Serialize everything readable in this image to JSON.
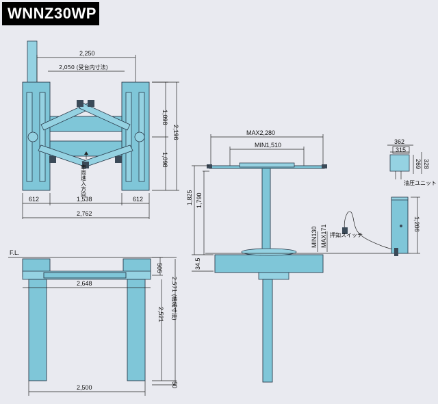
{
  "title": "WNNZ30WP",
  "plan_view": {
    "dim_2250": "2,250",
    "dim_2050": "2,050 (受台内寸法)",
    "dim_1098_top": "1,098",
    "dim_1098_bottom": "1,098",
    "dim_2196": "2,196",
    "dim_612_left": "612",
    "dim_1538": "1,538",
    "dim_612_right": "612",
    "dim_2762": "2,762",
    "direction_label": "車両進入方向"
  },
  "front_view": {
    "fl_label": "F.L.",
    "dim_505": "505",
    "dim_2648": "2,648",
    "dim_2521": "2,521",
    "dim_2571": "2,571 (機械寸法)",
    "dim_2500": "2,500",
    "dim_50": "50"
  },
  "side_view": {
    "dim_max2280": "MAX2,280",
    "dim_min1510": "MIN1,510",
    "dim_1825": "1,825",
    "dim_1790": "1,790",
    "dim_345": "34.5",
    "dim_min130": "MIN130",
    "dim_max171": "MAX171"
  },
  "switch": {
    "label": "押釦スイッチ"
  },
  "unit": {
    "dim_362": "362",
    "dim_315": "315",
    "dim_269": "269",
    "dim_328": "328",
    "label": "油圧ユニット",
    "dim_1206": "1,206"
  }
}
